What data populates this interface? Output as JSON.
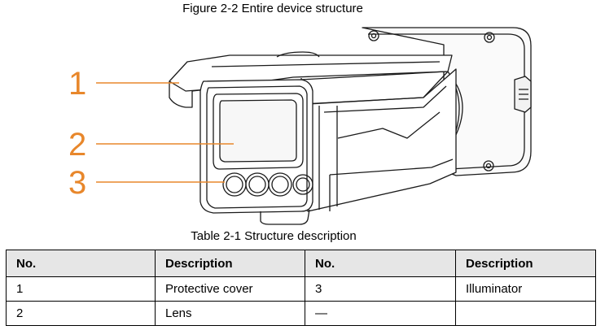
{
  "figure": {
    "caption": "Figure 2-2 Entire device structure",
    "callouts": [
      "1",
      "2",
      "3"
    ]
  },
  "table": {
    "caption": "Table 2-1 Structure description",
    "headers": [
      "No.",
      "Description",
      "No.",
      "Description"
    ],
    "rows": [
      [
        "1",
        "Protective cover",
        "3",
        "Illuminator"
      ],
      [
        "2",
        "Lens",
        "—",
        ""
      ]
    ]
  },
  "colors": {
    "callout": "#e8872b",
    "header_bg": "#e6e6e6"
  }
}
